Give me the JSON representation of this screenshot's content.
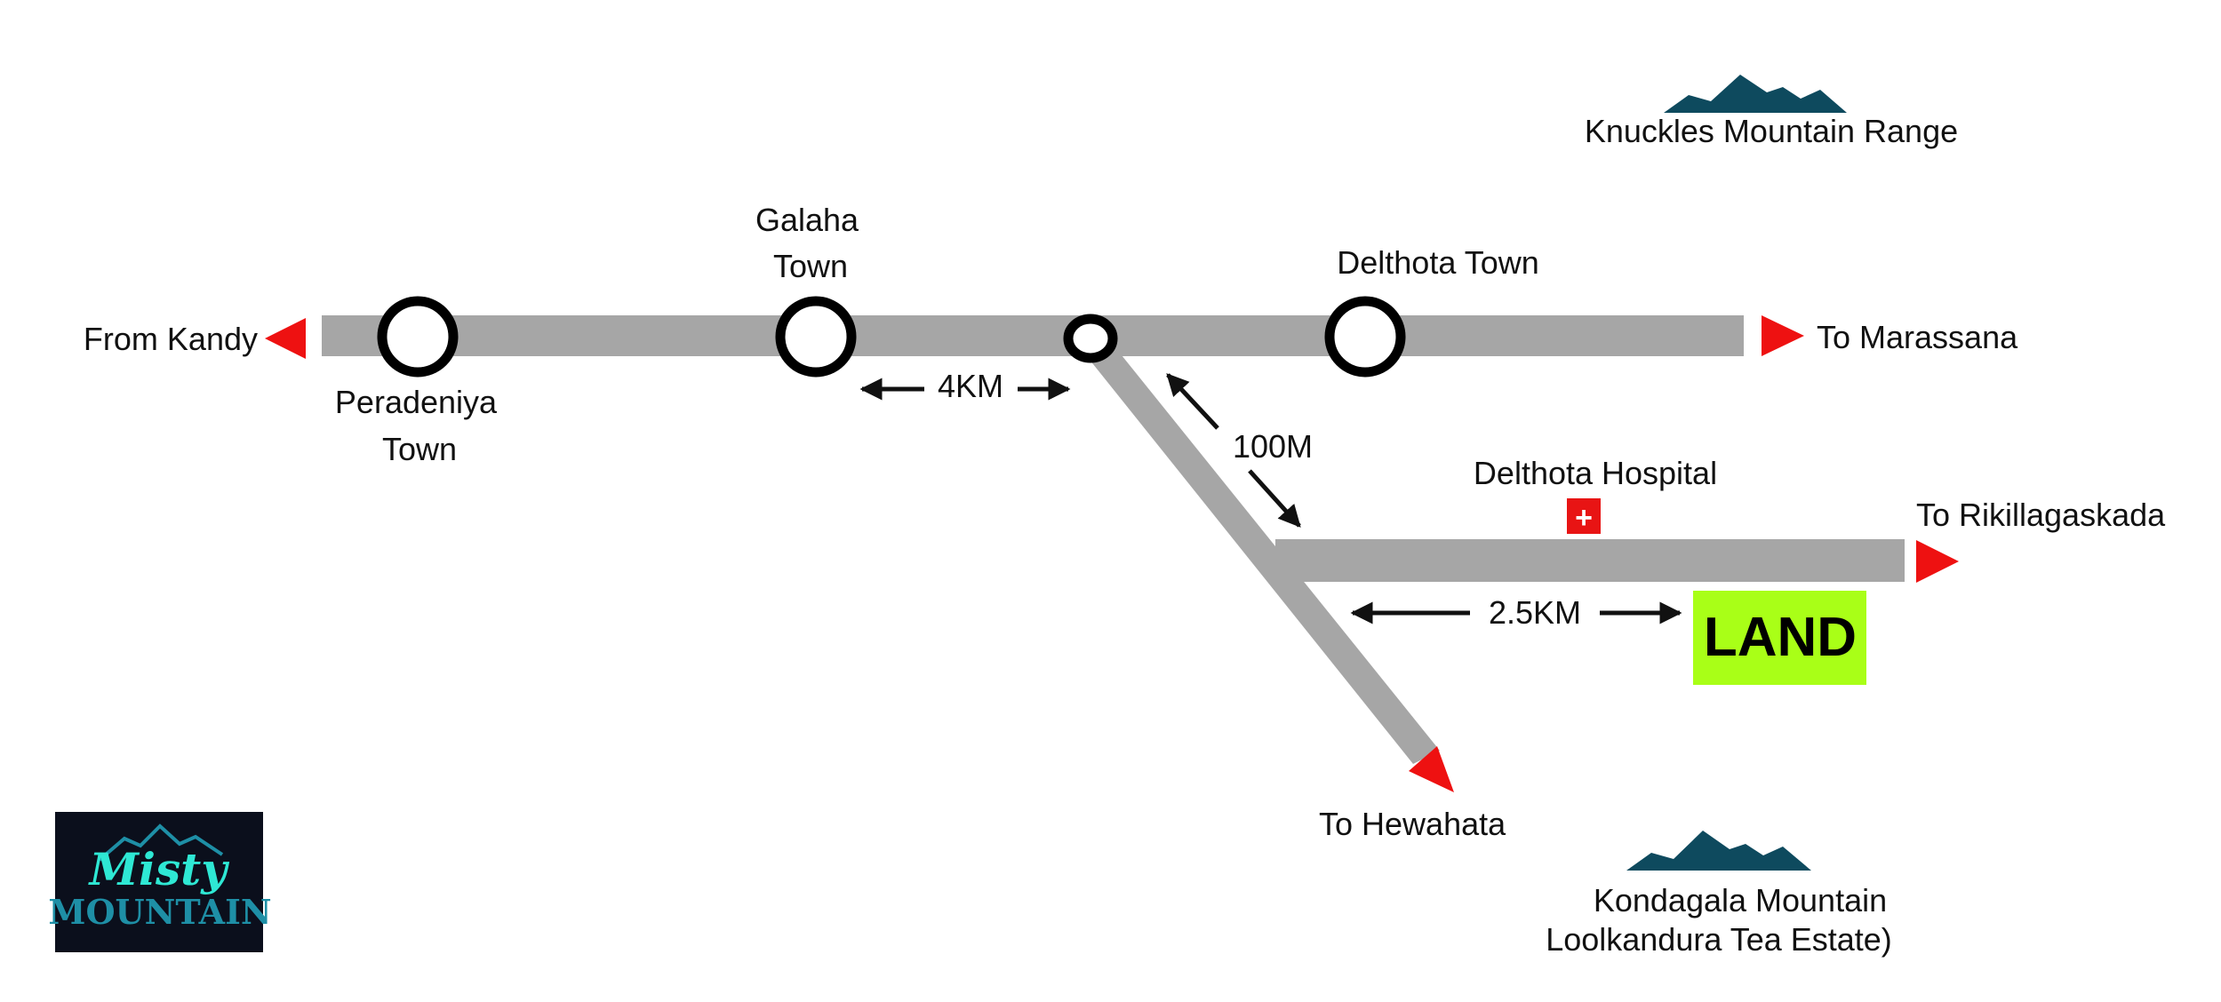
{
  "colors": {
    "road": "#a6a6a6",
    "arrow": "#ee1111",
    "land_fill": "#a9ff17",
    "mountain": "#0e4a5e",
    "hospital": "#e81414",
    "logo_bg": "#0b0f1c"
  },
  "roads": {
    "main_west": "From Kandy",
    "main_east": "To Marassana",
    "branch_east": "To Rikillagaskada",
    "branch_south": "To Hewahata"
  },
  "towns": {
    "peradeniya": [
      "Peradeniya",
      "Town"
    ],
    "galaha": [
      "Galaha",
      "Town"
    ],
    "delthota": "Delthota Town"
  },
  "distances": {
    "galaha_to_junction": "4KM",
    "junction_to_branch": "100M",
    "branch_to_land": "2.5KM"
  },
  "hospital": {
    "label": "Delthota Hospital",
    "symbol": "+"
  },
  "land": {
    "label": "LAND"
  },
  "landmarks": {
    "north": "Knuckles Mountain Range",
    "south": [
      "Kondagala Mountain",
      "Loolkandura Tea Estate)"
    ]
  },
  "logo": {
    "line1": "Misty",
    "line2": "MOUNTAIN"
  }
}
